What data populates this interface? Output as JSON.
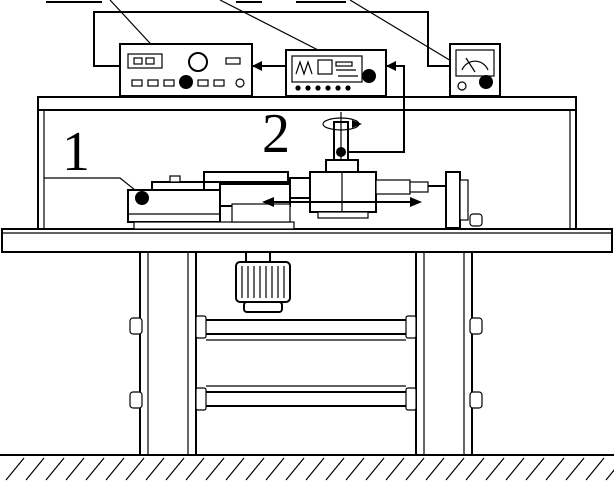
{
  "labels": {
    "part_1": "1",
    "part_2": "2"
  },
  "colors": {
    "line": "#000000",
    "background": "#ffffff"
  },
  "icons": {
    "marker": "filled-circle-marker",
    "rotation": "rotation-arrow-icon",
    "flow": "arrowhead-icon"
  }
}
